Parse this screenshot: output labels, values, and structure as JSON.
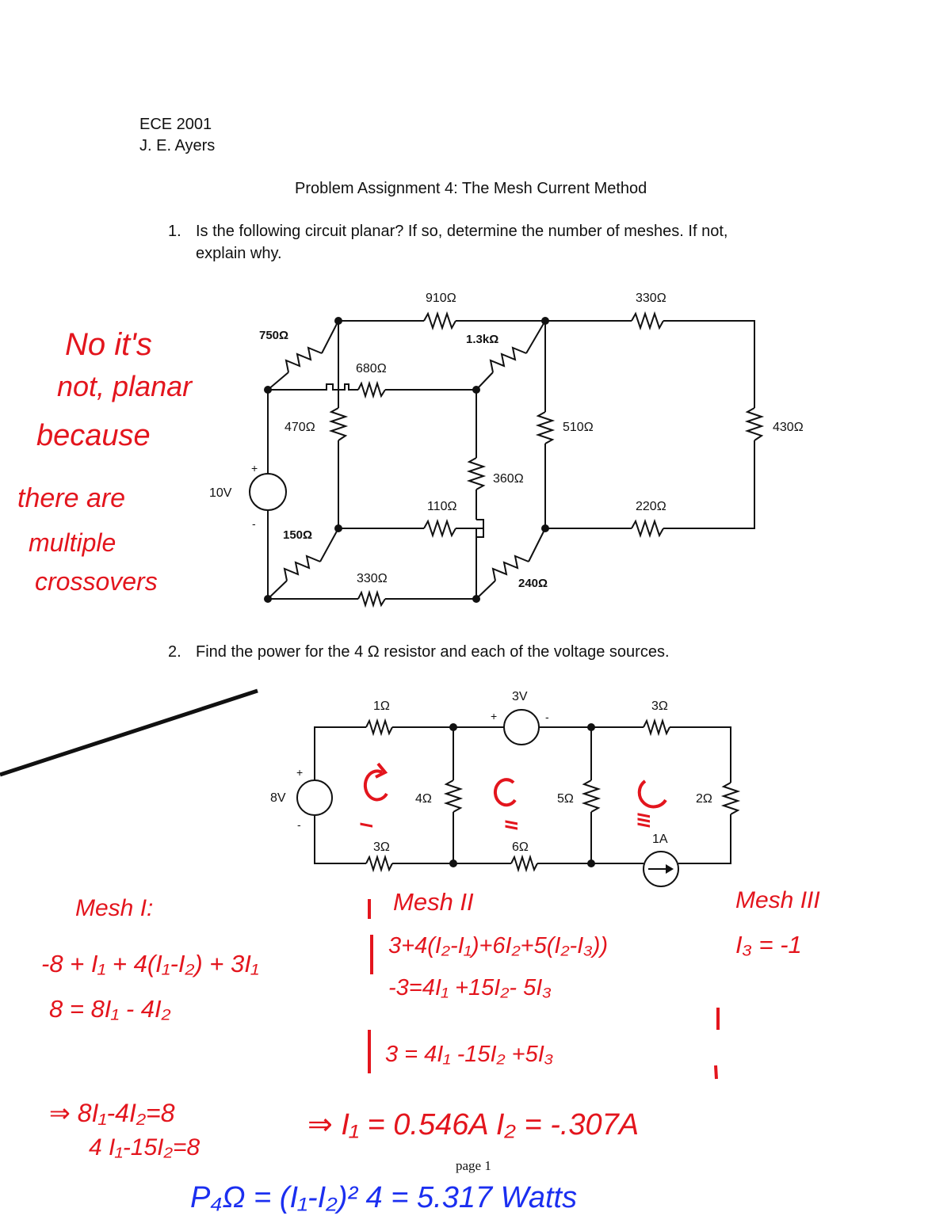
{
  "header": {
    "course": "ECE 2001",
    "author": "J. E. Ayers",
    "title": "Problem Assignment 4: The Mesh Current Method"
  },
  "problem1": {
    "number": "1.",
    "text_line1": "Is the following circuit planar?  If so, determine the number of meshes.  If not,",
    "text_line2": "explain why.",
    "circuit": {
      "r910": "910Ω",
      "r330_top": "330Ω",
      "r750": "750Ω",
      "r1_3k": "1.3kΩ",
      "r680": "680Ω",
      "r470": "470Ω",
      "r510": "510Ω",
      "r430": "430Ω",
      "r360": "360Ω",
      "source": "10V",
      "plus": "+",
      "minus": "-",
      "r110": "110Ω",
      "r220": "220Ω",
      "r150": "150Ω",
      "r330_bottom": "330Ω",
      "r240": "240Ω"
    }
  },
  "problem2": {
    "number": "2.",
    "text": "Find the power for the 4 Ω resistor and each of the voltage sources.",
    "circuit": {
      "r1": "1Ω",
      "v3": "3V",
      "v3_plus": "+",
      "v3_minus": "-",
      "r3_top": "3Ω",
      "v8": "8V",
      "v8_plus": "+",
      "v8_minus": "-",
      "r4": "4Ω",
      "r5": "5Ω",
      "r2": "2Ω",
      "r3_bottom": "3Ω",
      "r6": "6Ω",
      "i1": "1A"
    }
  },
  "handwriting": {
    "answer1": [
      "No it's",
      "not, planar",
      "because",
      "there are",
      "multiple",
      "crossovers"
    ],
    "mesh1_title": "Mesh I:",
    "mesh1_eq1": "-8 + I₁ + 4(I₁-I₂) + 3I₁",
    "mesh1_eq2": "8 = 8I₁ - 4I₂",
    "mesh2_title": "Mesh II",
    "mesh2_eq1": "3+4(I₂-I₁)+6I₂+5(I₂-I₃))",
    "mesh2_eq2": "-3=4I₁ +15I₂- 5I₃",
    "mesh2_eq3": "3 = 4I₁ -15I₂ +5I₃",
    "mesh3_title": "Mesh III",
    "mesh3_eq": "I₃ = -1",
    "system_eq1": "⇒ 8I₁-4I₂=8",
    "system_eq2": "4 I₁-15I₂=8",
    "solution": "⇒ I₁ = 0.546A   I₂ = -.307A",
    "power": "P₄Ω = (I₁-I₂)² 4 = 5.317 Watts",
    "mesh_label_1": "I",
    "mesh_label_2": "II",
    "mesh_label_3": "III"
  },
  "footer": {
    "page": "page 1"
  }
}
